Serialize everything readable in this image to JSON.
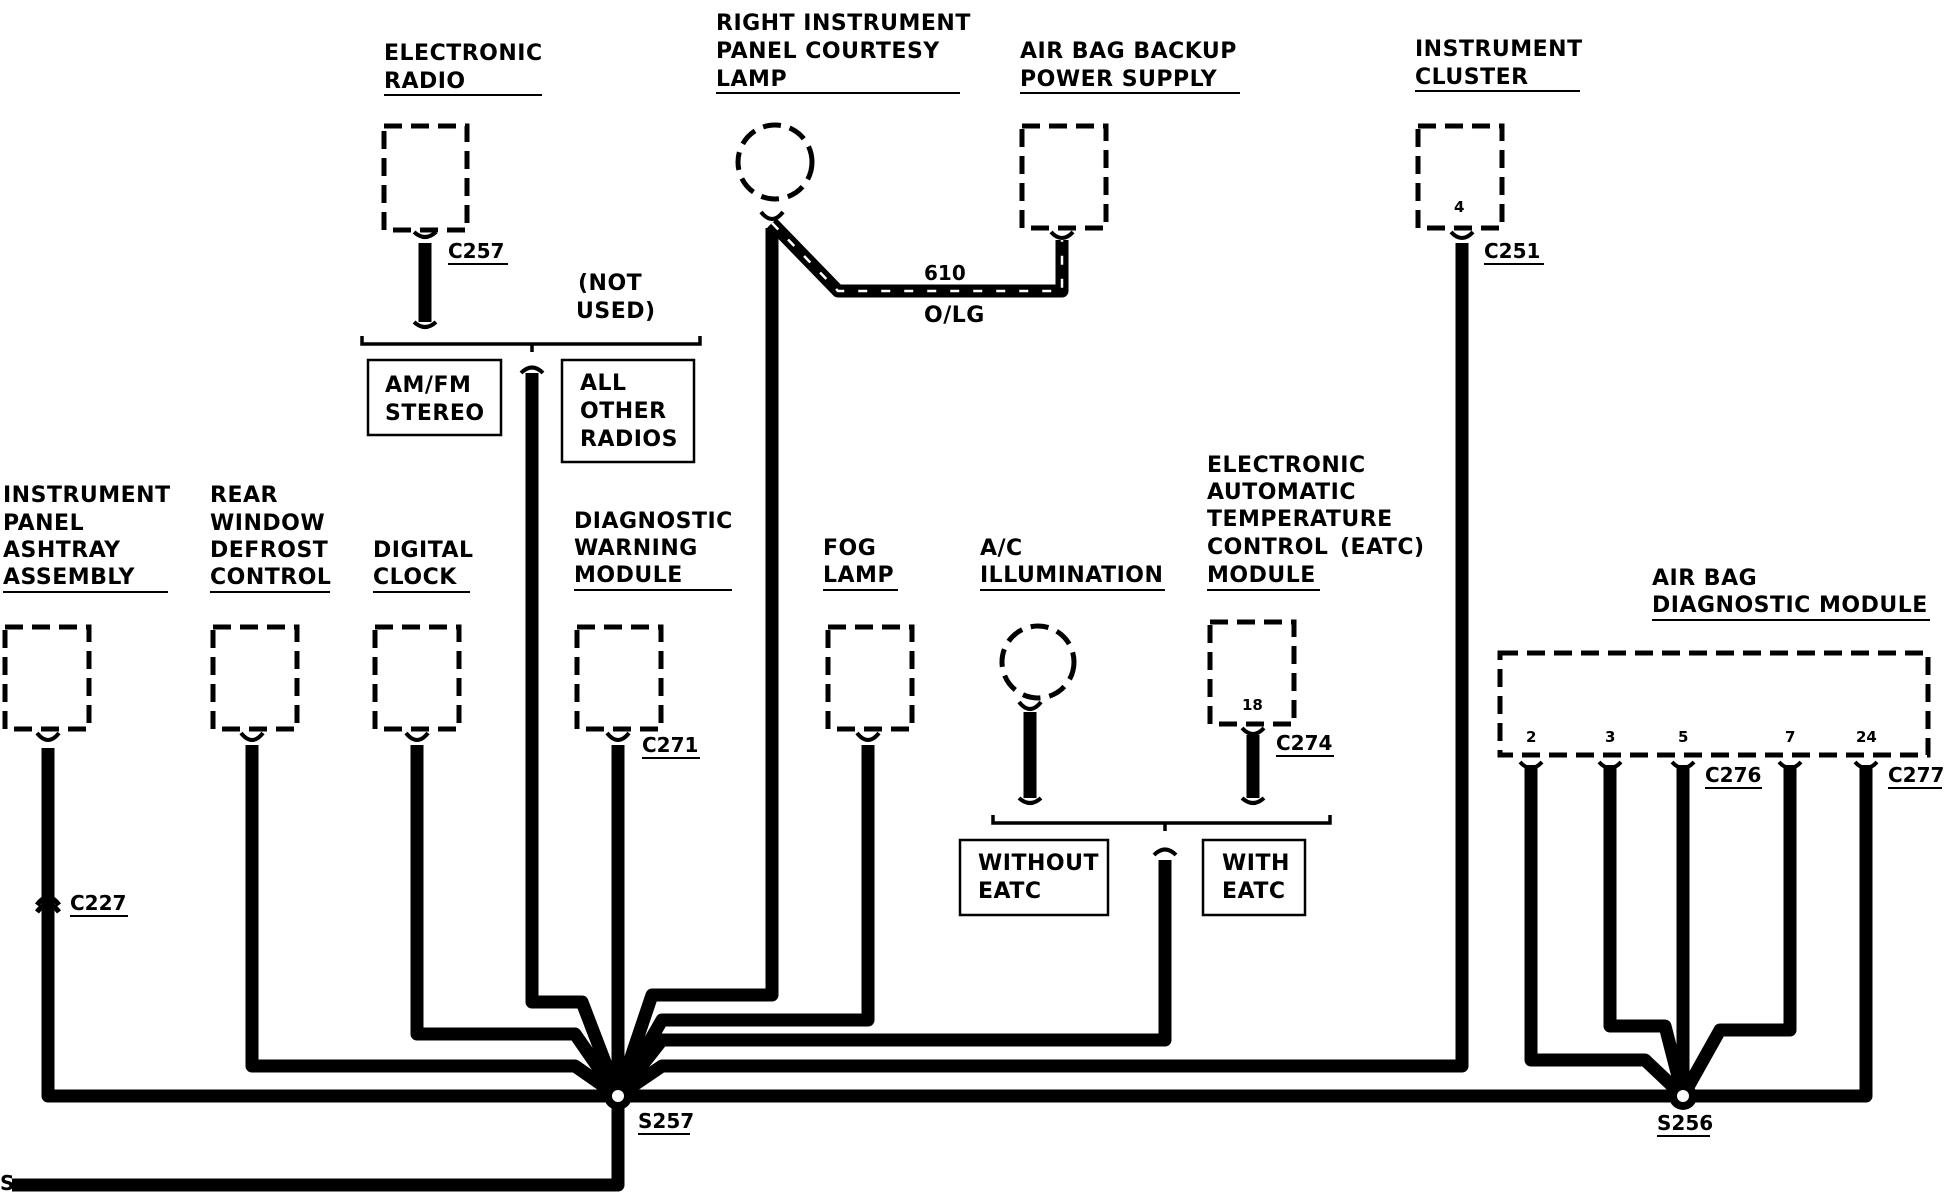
{
  "components": {
    "electronic_radio": [
      "ELECTRONIC",
      "RADIO"
    ],
    "right_instrument_panel_courtesy_lamp": [
      "RIGHT INSTRUMENT",
      "PANEL COURTESY",
      "LAMP"
    ],
    "air_bag_backup_power_supply": [
      "AIR BAG BACKUP",
      "POWER SUPPLY"
    ],
    "instrument_cluster": [
      "INSTRUMENT",
      "CLUSTER"
    ],
    "instrument_panel_ashtray_assembly": [
      "INSTRUMENT",
      "PANEL",
      "ASHTRAY",
      "ASSEMBLY"
    ],
    "rear_window_defrost_control": [
      "REAR",
      "WINDOW",
      "DEFROST",
      "CONTROL"
    ],
    "digital_clock": [
      "DIGITAL",
      "CLOCK"
    ],
    "diagnostic_warning_module": [
      "DIAGNOSTIC",
      "WARNING",
      "MODULE"
    ],
    "fog_lamp": [
      "FOG",
      "LAMP"
    ],
    "ac_illumination": [
      "A/C",
      "ILLUMINATION"
    ],
    "eatc_module": [
      "ELECTRONIC",
      "AUTOMATIC",
      "TEMPERATURE",
      "CONTROL",
      "MODULE"
    ],
    "eatc_suffix": "(EATC)",
    "air_bag_diagnostic_module": [
      "AIR BAG",
      "DIAGNOSTIC MODULE"
    ]
  },
  "connectors": {
    "c257": "C257",
    "c251": "C251",
    "c227": "C227",
    "c271": "C271",
    "c274": "C274",
    "c276": "C276",
    "c277": "C277"
  },
  "splices": {
    "s257": "S257",
    "s256": "S256"
  },
  "pins": {
    "cluster": "4",
    "eatc": "18",
    "airbag": [
      "2",
      "3",
      "5",
      "7",
      "24"
    ]
  },
  "wire": {
    "circuit": "610",
    "color": "O/LG"
  },
  "options": {
    "not_used": [
      "(NOT",
      "USED)"
    ],
    "am_fm_stereo": [
      "AM/FM",
      "STEREO"
    ],
    "all_other_radios": [
      "ALL",
      "OTHER",
      "RADIOS"
    ],
    "without_eatc": [
      "WITHOUT",
      "EATC"
    ],
    "with_eatc": [
      "WITH",
      "EATC"
    ]
  },
  "offpage_marker": "S"
}
